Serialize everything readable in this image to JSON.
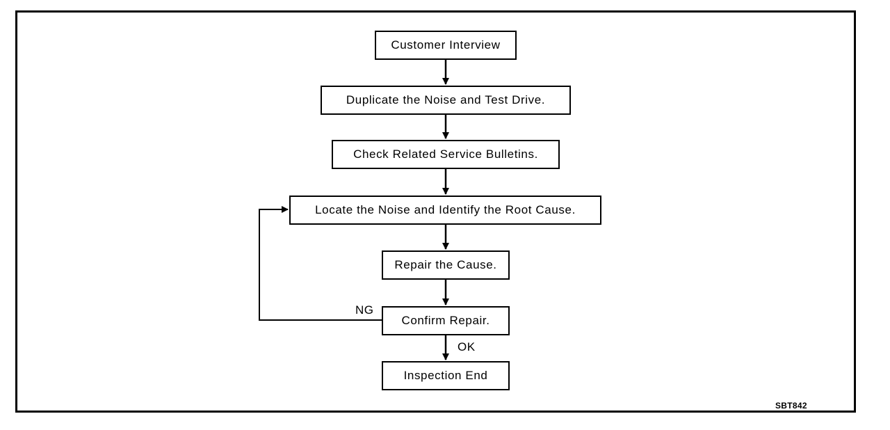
{
  "diagram": {
    "steps": [
      "Customer Interview",
      "Duplicate the Noise and Test Drive.",
      "Check Related Service Bulletins.",
      "Locate the Noise and Identify the Root Cause.",
      "Repair the Cause.",
      "Confirm Repair.",
      "Inspection End"
    ],
    "branch_labels": {
      "ng": "NG",
      "ok": "OK"
    },
    "figure_code": "SBT842"
  }
}
